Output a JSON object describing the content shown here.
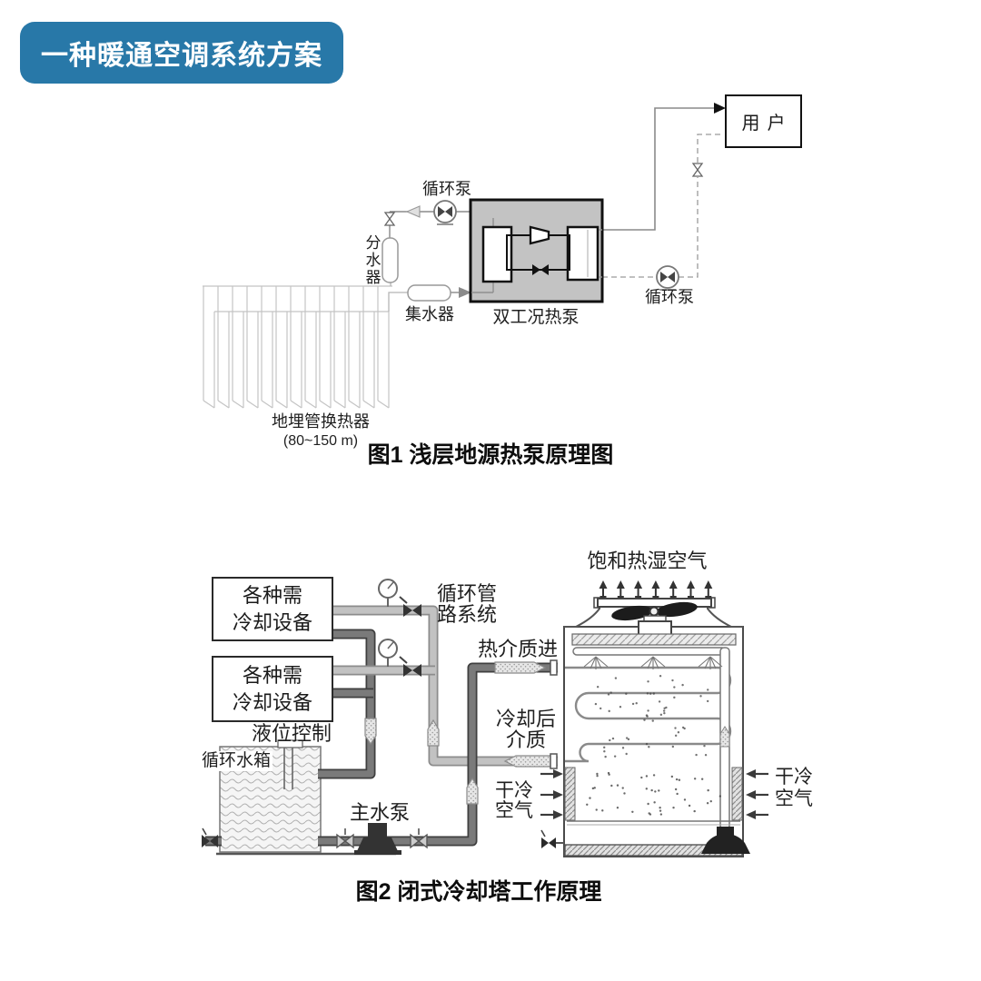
{
  "banner": {
    "title": "一种暖通空调系统方案"
  },
  "figure1": {
    "caption": "图1 浅层地源热泵原理图",
    "user_box": "用户",
    "pump_left": "循环泵",
    "pump_right": "循环泵",
    "distributor": "分水器",
    "collector": "集水器",
    "heat_pump": "双工况热泵",
    "ground_hx": "地埋管换热器",
    "ground_hx_depth": "(80~150 m)"
  },
  "figure2": {
    "caption": "图2 闭式冷却塔工作原理",
    "saturated_air": "饱和热湿空气",
    "equipment_line1": "各种需",
    "equipment_line2": "冷却设备",
    "piping_line1": "循环管",
    "piping_line2": "路系统",
    "hot_in": "热介质进",
    "cooled_line1": "冷却后",
    "cooled_line2": "介质",
    "level_control": "液位控制",
    "tank": "循环水箱",
    "main_pump": "主水泵",
    "dry_air_line1": "干冷",
    "dry_air_line2": "空气"
  },
  "colors": {
    "banner_bg": "#2878a8",
    "banner_text": "#ffffff",
    "pipe_dark": "#7a7a7a",
    "pipe_light": "#c2c2c2",
    "heatpump_fill": "#c3c3c3"
  }
}
